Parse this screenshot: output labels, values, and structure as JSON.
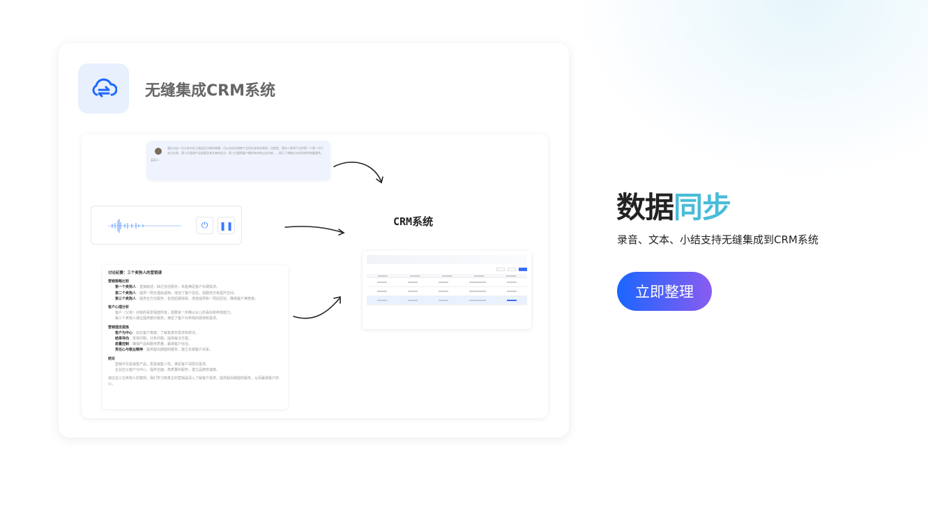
{
  "card": {
    "icon": "cloud-sync-icon",
    "title": "无缝集成CRM系统",
    "illustration": {
      "quote": {
        "speaker": "某某人：",
        "text": "通过对这一位父亲为女儿挑选适当物的故事，可以总结出销售产品时应该有的原则，也就是，要向人推荐产品的第一个第一位只关注交易，第二位强调产品质量及其本来的优点，第三位重视客户需求和对他过去作者……提示了销售方法的多样性和重要性。"
      },
      "recorder": {
        "icons": [
          "waveform-icon",
          "power-icon",
          "pause-icon"
        ]
      },
      "crm_label": "CRM系统",
      "notes": {
        "title": "讨论纪要：三个卖狗人的营销课",
        "sections": [
          {
            "heading": "营销策略比较",
            "items": [
              {
                "k": "第一个卖狗人",
                "v": "：直接叙述，缺乏信任服务，未能满足客户长期需求。"
              },
              {
                "k": "第二个卖狗人",
                "v": "：提供一周无理由退换，增加了客户信任，但服务仍有提升空间。"
              },
              {
                "k": "第三个卖狗人",
                "v": "：提供全方位服务，包括后期追踪、增值指导和一周后回访，确保客户满意度。"
              }
            ]
          },
          {
            "heading": "客户心理分析",
            "items": [
              {
                "k": "",
                "v": "客户（父亲）对狗的喜爱程度所有，需要进一步确认女儿的喜好和养狗能力。"
              },
              {
                "k": "",
                "v": "第三个卖狗人通过提供额外服务，满足了客户对养狗的顾虑和需求。"
              }
            ]
          },
          {
            "heading": "营销理念提炼",
            "items": [
              {
                "k": "客户为中心",
                "v": "：站在客户角度，了解其真实需求和想法。"
              },
              {
                "k": "结果导向",
                "v": "：发现问题，分析问题，提供解决方案。"
              },
              {
                "k": "质量控制",
                "v": "：确保产品和服务质量，赢得客户信任。"
              },
              {
                "k": "责任心与敬业精神",
                "v": "：提供超出期望的服务，建立长期客户关系。"
              }
            ]
          },
          {
            "heading": "结论",
            "items": [
              {
                "k": "",
                "v": "营销不仅是销售产品，更是销售人性，满足客户深层次需求。"
              },
              {
                "k": "",
                "v": "企业应以客户为中心，提供全面、高质量的服务，建立品牌忠诚度。"
              }
            ]
          }
        ],
        "footer": "通过这三位卖狗人的案例，我们学习到真正的营销是深入了解客户需求，提供超出期望的服务，从而赢得客户的心。"
      }
    }
  },
  "feature": {
    "heading_part1": "数据",
    "heading_part2": "同步",
    "subtitle": "录音、文本、小结支持无缝集成到CRM系统",
    "cta": "立即整理"
  },
  "colors": {
    "accent": "#48bcd8",
    "cta_start": "#1a66ff",
    "cta_end": "#8a5cf0",
    "icon_blue": "#1a66ff"
  }
}
